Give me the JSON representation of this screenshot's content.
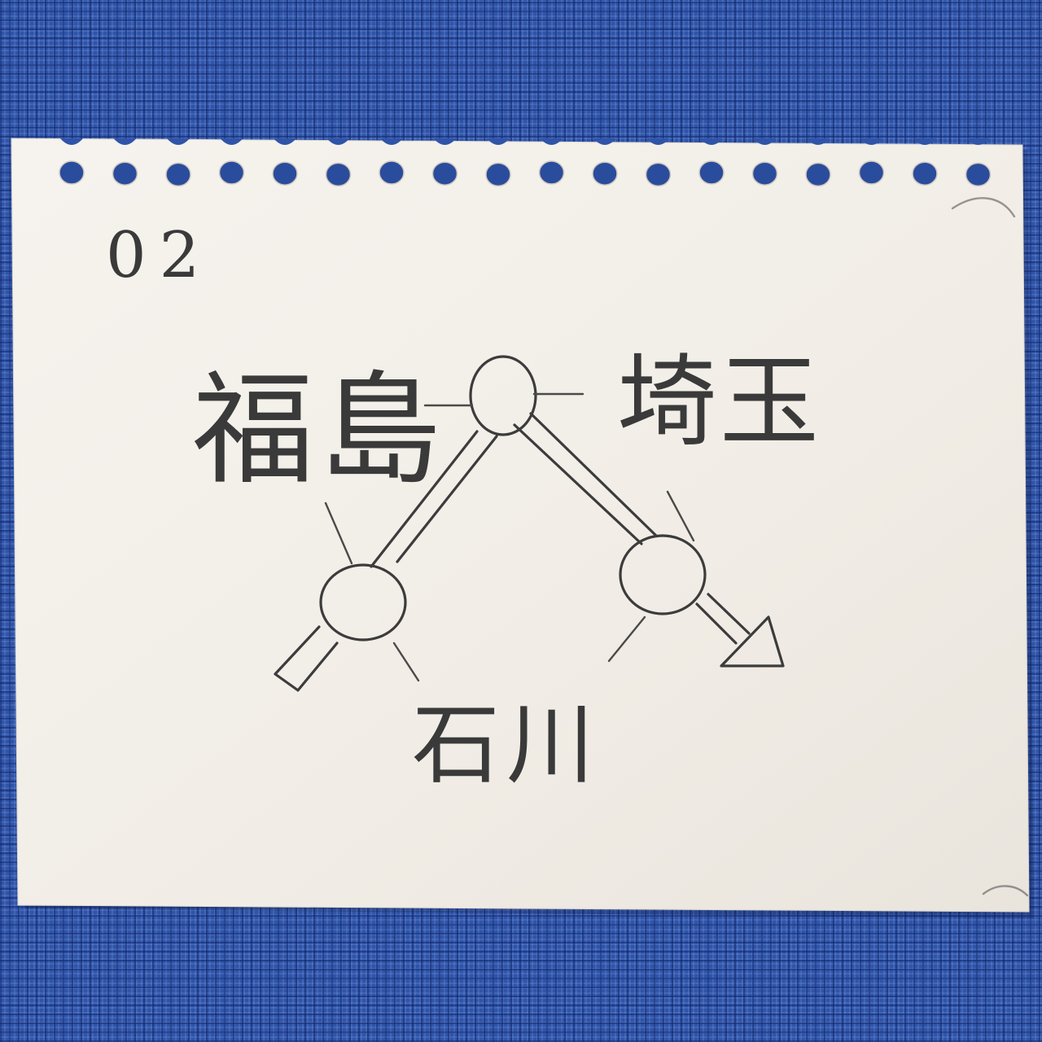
{
  "note": {
    "number": "02",
    "places": {
      "fukushima": "福島",
      "saitama": "埼玉",
      "ishikawa": "石川"
    }
  },
  "colors": {
    "fabric": "#2f54a8",
    "paper": "#f3efe9",
    "pencil": "#3c3c3c"
  }
}
